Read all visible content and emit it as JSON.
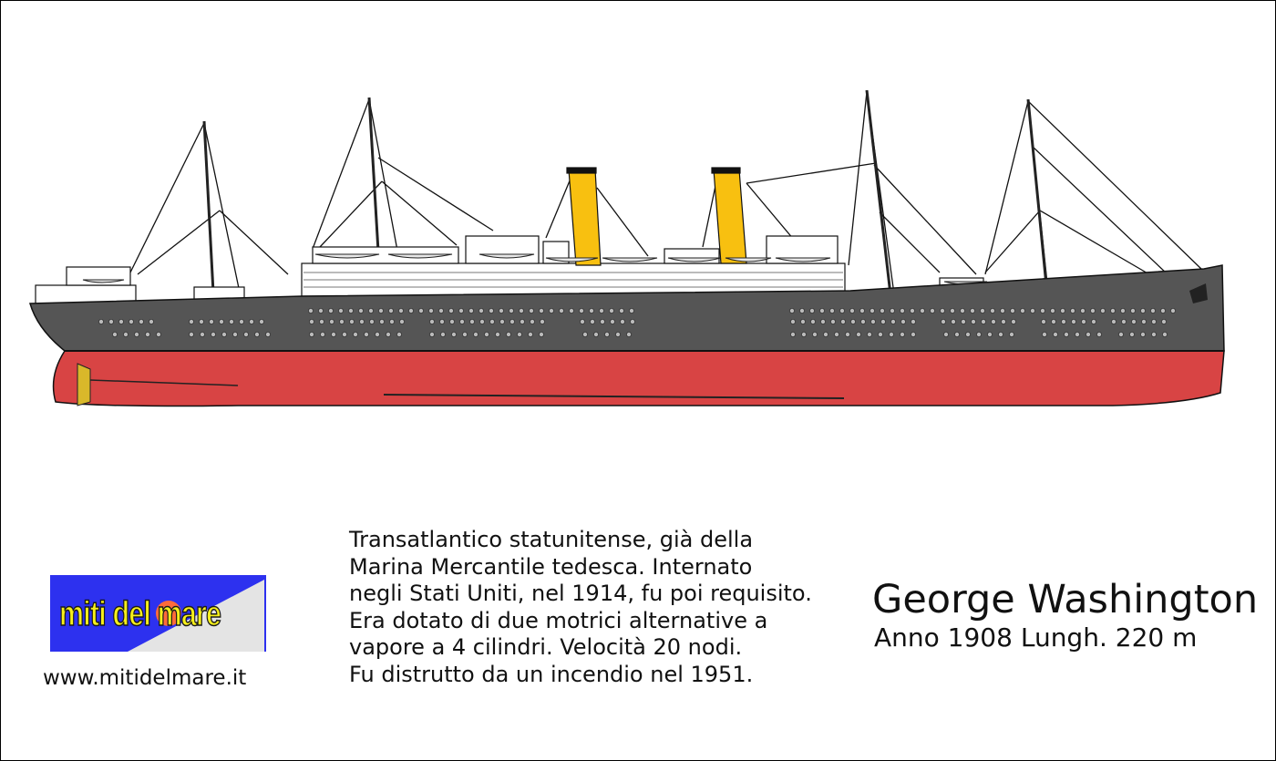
{
  "logo": {
    "text": "miti del mare"
  },
  "website": "www.mitidelmare.it",
  "description_lines": [
    "Transatlantico statunitense, già della",
    "Marina Mercantile tedesca. Internato",
    "negli Stati Uniti, nel 1914, fu poi requisito.",
    "Era dotato di due motrici alternative a",
    "vapore a 4 cilindri. Velocità 20 nodi.",
    "Fu distrutto da un incendio nel 1951."
  ],
  "ship": {
    "name": "George Washington",
    "meta": "Anno 1908  Lungh. 220 m"
  },
  "colors": {
    "hull_upper": "#555555",
    "hull_lower": "#d84444",
    "funnel": "#f8c010",
    "logo_bg": "#2d31ef",
    "logo_text": "#f6ef1b"
  }
}
